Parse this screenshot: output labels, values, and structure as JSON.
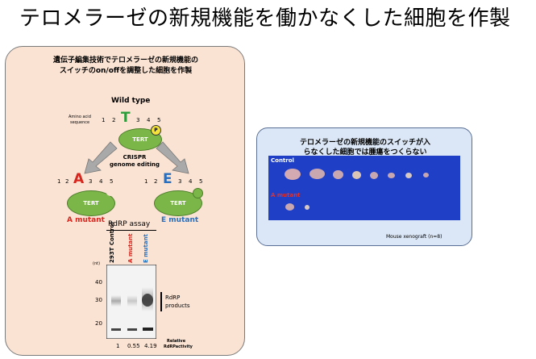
{
  "title": "テロメラーゼの新規機能を働かなくした細胞を作製",
  "left_panel": {
    "heading_line1": "遺伝子編集技術でテロメラーゼの新規機能の",
    "heading_line2": "スイッチのon/offを調整した細胞を作製",
    "wild_type_label": "Wild type",
    "amino_acid_label_line1": "Amino acid",
    "amino_acid_label_line2": "sequence",
    "wt_positions": [
      "1",
      "2",
      "T",
      "3",
      "4",
      "5"
    ],
    "tert_label": "TERT",
    "phospho_label": "P",
    "crispr_line1": "CRISPR",
    "crispr_line2": "genome editing",
    "a_positions": [
      "1",
      "2",
      "A",
      "3",
      "4",
      "5"
    ],
    "e_positions": [
      "1",
      "2",
      "E",
      "3",
      "4",
      "5"
    ],
    "a_mutant_label": "A mutant",
    "e_mutant_label": "E mutant",
    "assay_title": "RdRP assay",
    "lanes": [
      "293T Control",
      "A mutant",
      "E mutant"
    ],
    "unit_label": "(nt)",
    "size_markers": [
      "40",
      "30",
      "20"
    ],
    "products_label_line1": "RdRP",
    "products_label_line2": "products",
    "relative_activity": [
      "1",
      "0.55",
      "4.19"
    ],
    "relative_label_line1": "Relative",
    "relative_label_line2": "RdRPactivity"
  },
  "right_panel": {
    "heading_line1": "テロメラーゼの新規機能のスイッチが入",
    "heading_line2": "らなくした細胞では腫瘍をつくらない",
    "control_label": "Control",
    "a_mutant_label": "A mutant",
    "footnote": "Mouse xenograft (n=8)"
  },
  "colors": {
    "left_bg": "#fbe3d3",
    "right_bg": "#dbe7f6",
    "tert_green": "#7ab648",
    "wild_type_t": "#2a9d3a",
    "mutant_a": "#d7261e",
    "mutant_e": "#2a6fbd",
    "photo_blue": "#1f3fc7"
  }
}
